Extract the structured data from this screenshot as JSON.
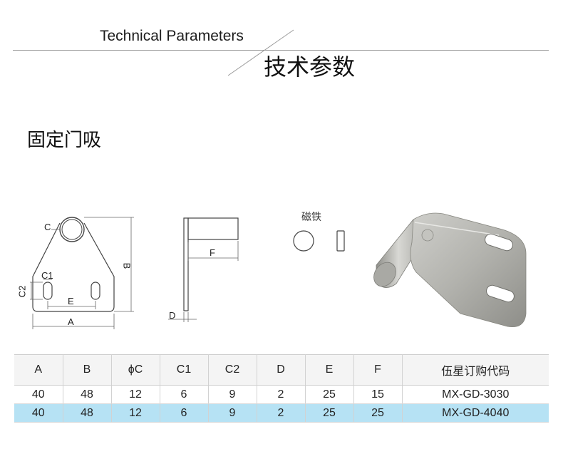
{
  "header": {
    "title_en": "Technical Parameters",
    "title_cn": "技术参数"
  },
  "product": {
    "title": "固定门吸"
  },
  "drawing": {
    "magnet_label": "磁铁",
    "dims": {
      "c": "C",
      "b": "B",
      "c1": "C1",
      "c2": "C2",
      "e": "E",
      "a": "A",
      "f": "F",
      "d": "D"
    }
  },
  "spec_table": {
    "headers": [
      "A",
      "B",
      "ϕC",
      "C1",
      "C2",
      "D",
      "E",
      "F",
      "伍星订购代码"
    ],
    "rows": [
      [
        "40",
        "48",
        "12",
        "6",
        "9",
        "2",
        "25",
        "15",
        "MX-GD-3030"
      ],
      [
        "40",
        "48",
        "12",
        "6",
        "9",
        "2",
        "25",
        "25",
        "MX-GD-4040"
      ]
    ],
    "highlight_row": 1,
    "highlight_color": "#b6e2f4"
  }
}
